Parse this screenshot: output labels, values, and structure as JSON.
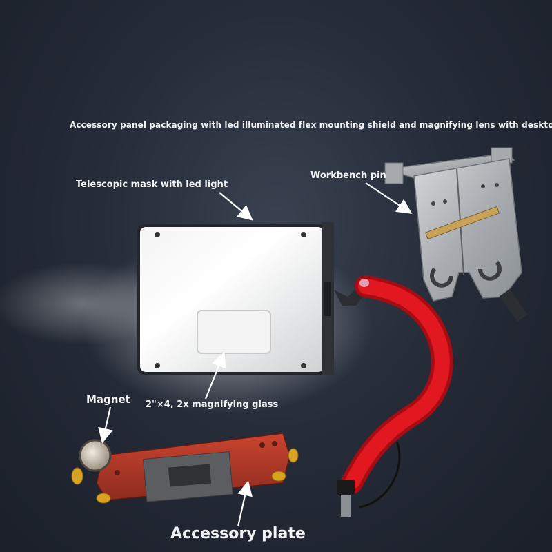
{
  "headline": "Accessory panel packaging with led illuminated flex mounting shield and magnifying lens with desktop pin",
  "labels": {
    "mask": "Telescopic mask with led light",
    "workbench_pin": "Workbench pin",
    "magnet": "Magnet",
    "glass": "2\"×4, 2x magnifying glass",
    "plate": "Accessory plate"
  },
  "colors": {
    "background": "#262c38",
    "arm_red": "#d8141c",
    "plate_red": "#b83a2a",
    "metal": "#b9bcc0",
    "brass": "#d9a322"
  }
}
